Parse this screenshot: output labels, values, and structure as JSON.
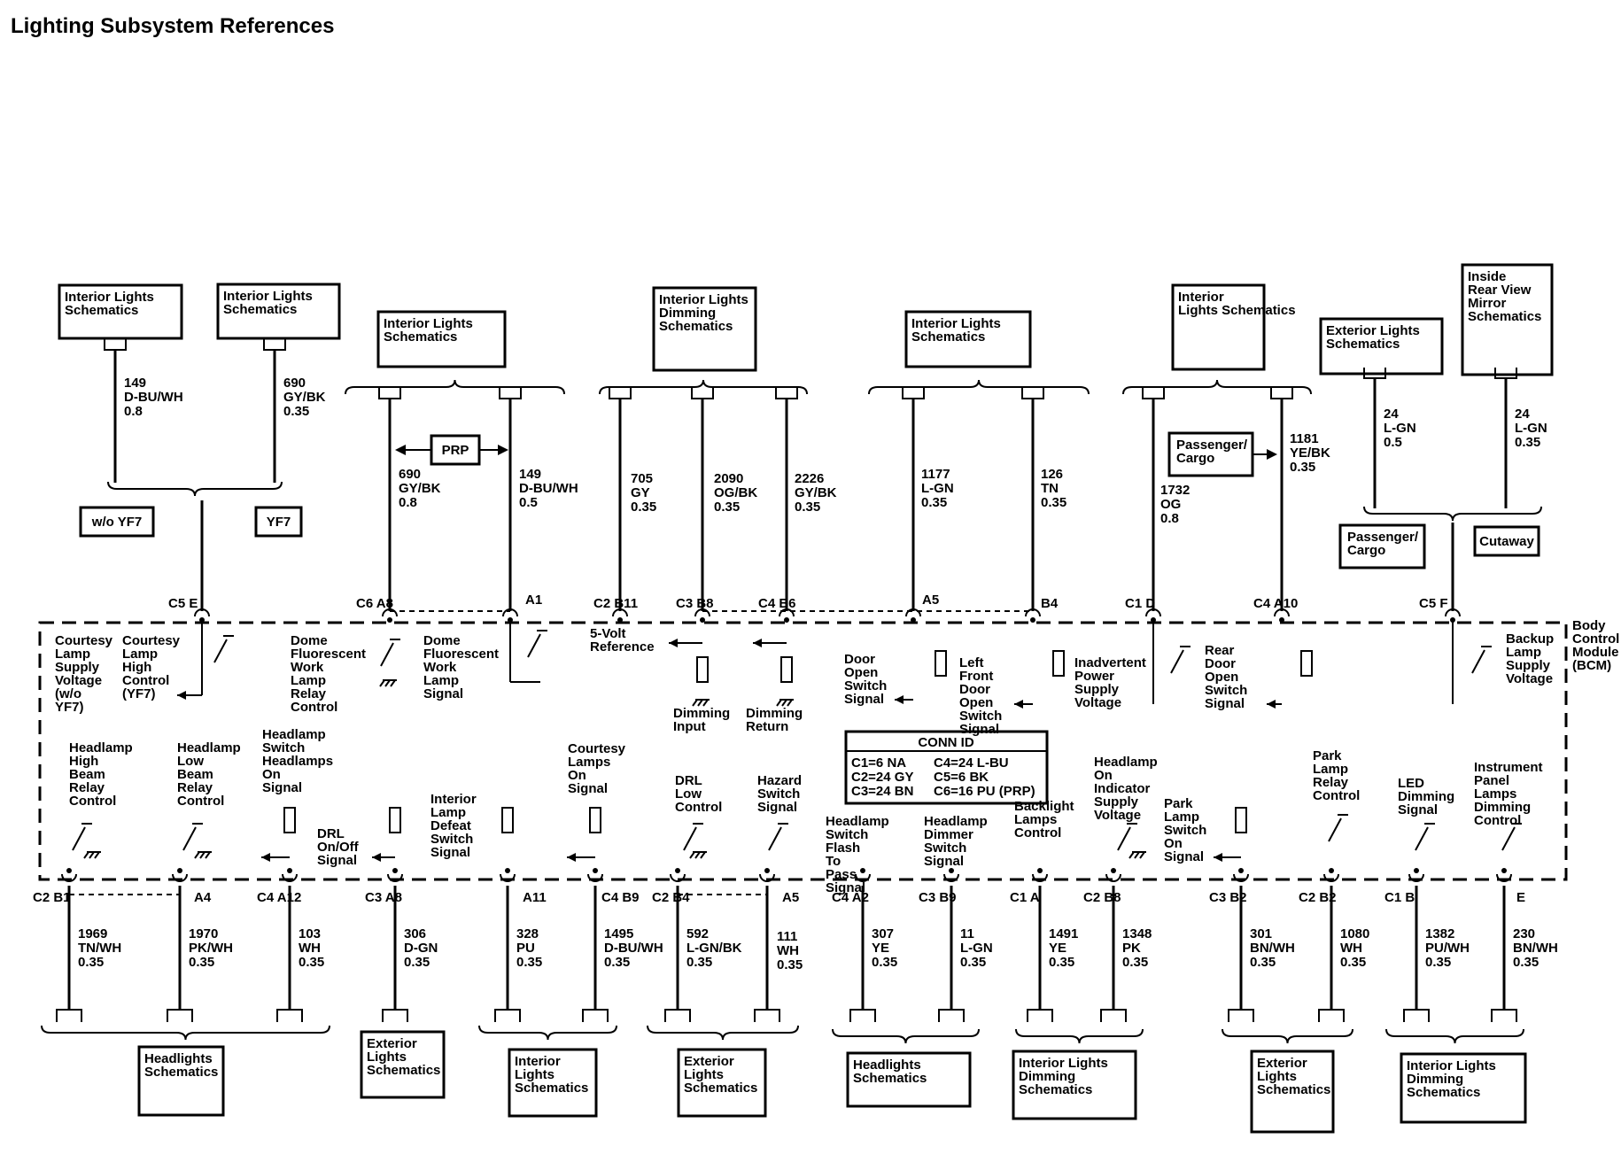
{
  "page_title": "Lighting Subsystem References",
  "module": {
    "name": "Body Control Module (BCM)"
  },
  "conn_id": {
    "title": "CONN ID",
    "rows": [
      "C1=6 NA",
      "C2=24 GY",
      "C3=24 BN",
      "C4=24 L-BU",
      "C5=6 BK",
      "C6=16 PU (PRP)"
    ]
  },
  "top_references": [
    "Interior Lights Schematics",
    "Interior Lights Schematics",
    "Interior Lights Schematics",
    "Interior Lights Dimming Schematics",
    "Interior Lights Schematics",
    "Interior Lights Schematics",
    "Exterior Lights Schematics",
    "Inside Rear View Mirror Schematics"
  ],
  "bottom_references": [
    "Headlights Schematics",
    "Exterior Lights Schematics",
    "Interior Lights Schematics",
    "Exterior Lights Schematics",
    "Headlights Schematics",
    "Interior Lights Dimming Schematics",
    "Exterior Lights Schematics",
    "Interior Lights Dimming Schematics"
  ],
  "options": [
    "w/o YF7",
    "YF7",
    "PRP",
    "Passenger/ Cargo",
    "Passenger/ Cargo",
    "Cutaway"
  ],
  "top_wires": [
    "149 D-BU/WH 0.8",
    "690 GY/BK 0.35",
    "690 GY/BK 0.8",
    "149 D-BU/WH 0.5",
    "705 GY 0.35",
    "2090 OG/BK 0.35",
    "2226 GY/BK 0.35",
    "1177 L-GN 0.35",
    "126 TN 0.35",
    "1732 OG 0.8",
    "1181 YE/BK 0.35",
    "24 L-GN 0.5",
    "24 L-GN 0.35"
  ],
  "bottom_wires": [
    "1969 TN/WH 0.35",
    "1970 PK/WH 0.35",
    "103 WH 0.35",
    "306 D-GN 0.35",
    "328 PU 0.35",
    "1495 D-BU/WH 0.35",
    "592 L-GN/BK 0.35",
    "111 WH 0.35",
    "307 YE 0.35",
    "11 L-GN 0.35",
    "1491 YE 0.35",
    "1348 PK 0.35",
    "301 BN/WH 0.35",
    "1080 WH 0.35",
    "1382 PU/WH 0.35",
    "230 BN/WH 0.35"
  ],
  "top_connectors": [
    "C5 E",
    "C6 A8",
    "A1",
    "C2 B11",
    "C3 B8",
    "C4 B6",
    "A5",
    "B4",
    "C1 D",
    "C4 A10",
    "C5 F"
  ],
  "bottom_connectors": [
    "C2 B1",
    "A4",
    "C4 A12",
    "C3 A8",
    "A11",
    "C4 B9",
    "C2 B4",
    "A5",
    "C4 A2",
    "C3 B9",
    "C1 A",
    "C2 B8",
    "C3 B2",
    "C2 B2",
    "C1 B",
    "E"
  ],
  "top_signals": [
    "Courtesy Lamp Supply Voltage (w/o YF7)",
    "Courtesy Lamp High Control (YF7)",
    "Dome Fluorescent Work Lamp Relay Control",
    "Dome Fluorescent Work Lamp Signal",
    "5-Volt Reference",
    "Dimming Input",
    "Dimming Return",
    "Door Open Switch Signal",
    "Left Front Door Open Switch Signal",
    "Inadvertent Power Supply Voltage",
    "Rear Door Open Switch Signal",
    "Backup Lamp Supply Voltage"
  ],
  "bottom_signals": [
    "Headlamp High Beam Relay Control",
    "Headlamp Low Beam Relay Control",
    "Headlamp Switch Headlamps On Signal",
    "DRL On/Off Signal",
    "Interior Lamp Defeat Switch Signal",
    "Courtesy Lamps On Signal",
    "DRL Low Control",
    "Hazard Switch Signal",
    "Headlamp Switch Flash To Pass Signal",
    "Headlamp Dimmer Switch Signal",
    "Backlight Lamps Control",
    "Headlamp On Indicator Supply Voltage",
    "Park Lamp Switch On Signal",
    "Park Lamp Relay Control",
    "LED Dimming Signal",
    "Instrument Panel Lamps Dimming Control"
  ]
}
